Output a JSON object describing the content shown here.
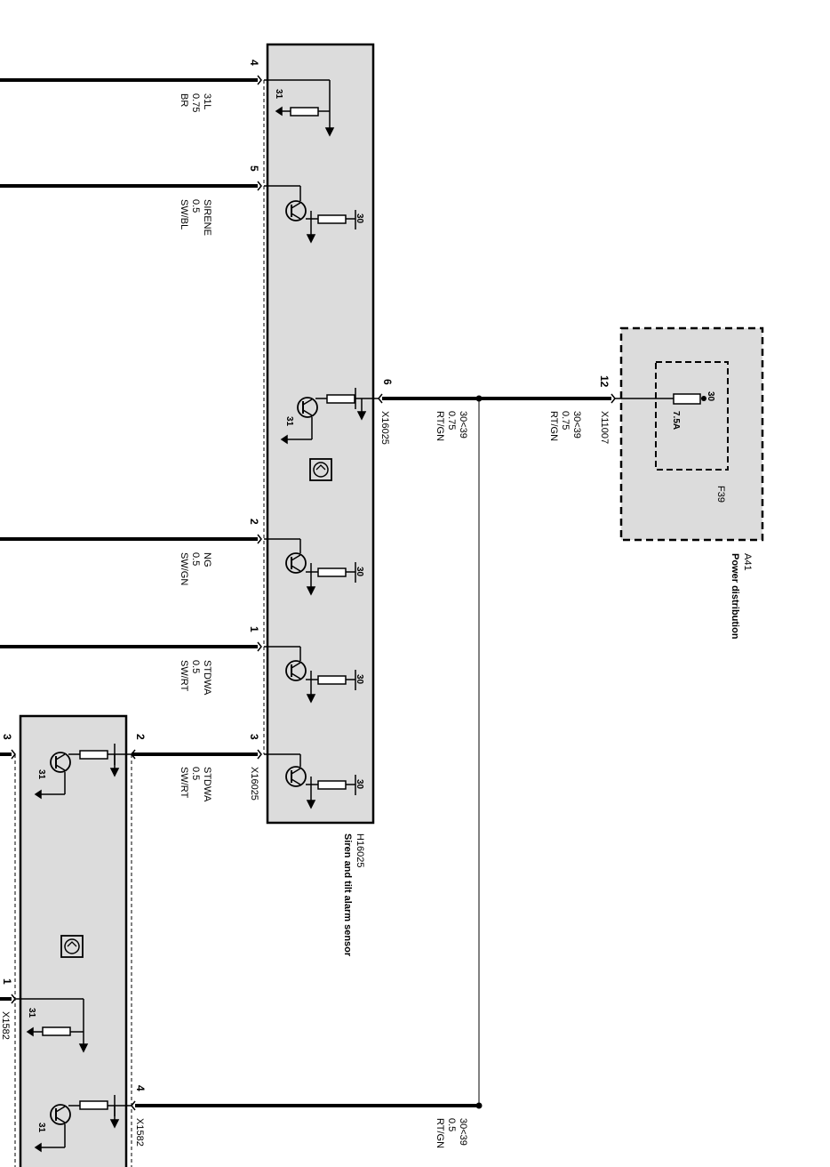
{
  "components": {
    "siren": {
      "id": "H16025",
      "description": "Siren and tilt alarm sensor"
    },
    "power": {
      "id": "A41",
      "description": "Power distribution"
    },
    "lower": {
      "connector": "X1582"
    }
  },
  "connectors": {
    "x16025": "X16025",
    "x11007": "X11007",
    "x1582": "X1582"
  },
  "fuse": {
    "id": "F39",
    "rating": "7.5A",
    "terminal": "30"
  },
  "pins": {
    "p4": "4",
    "p5": "5",
    "p6": "6",
    "p2": "2",
    "p1": "1",
    "p3": "3",
    "p12": "12",
    "l3": "3",
    "l2": "2",
    "l1": "1",
    "l4": "4"
  },
  "wires": {
    "w31l": {
      "signal": "31L",
      "gauge": "0.75",
      "color": "BR"
    },
    "sirene": {
      "signal": "SIRENE",
      "gauge": "0.5",
      "color": "SW/BL"
    },
    "feed1": {
      "signal": "30<39",
      "gauge": "0.75",
      "color": "RT/GN"
    },
    "feed2": {
      "signal": "30<39",
      "gauge": "0.75",
      "color": "RT/GN"
    },
    "ng": {
      "signal": "NG",
      "gauge": "0.5",
      "color": "SW/GN"
    },
    "stdwa1": {
      "signal": "STDWA",
      "gauge": "0.5",
      "color": "SW/RT"
    },
    "stdwa2": {
      "signal": "STDWA",
      "gauge": "0.5",
      "color": "SW/RT"
    },
    "feed3": {
      "signal": "30<39",
      "gauge": "0.5",
      "color": "RT/GN"
    }
  },
  "terminals": {
    "ground": "31",
    "supply": "30"
  }
}
